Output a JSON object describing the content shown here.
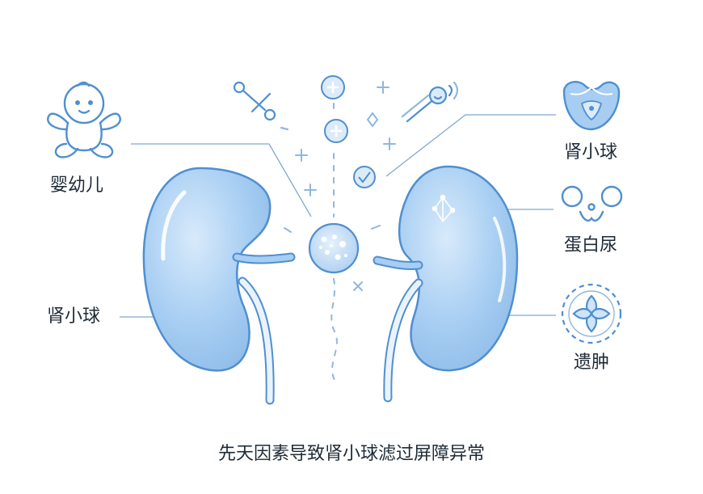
{
  "labels": {
    "infant": "婴幼儿",
    "glomerulus_left": "肾小球",
    "glomerulus_right": "肾小球",
    "proteinuria": "蛋白尿",
    "edema": "遗肿"
  },
  "caption": "先天因素导致肾小球滤过屏障异常",
  "colors": {
    "stroke": "#4f8fd0",
    "kidney_fill": "#a7cdf2",
    "kidney_light": "#cfe4f8",
    "line": "#7ea9d1",
    "text": "#1e2a36"
  },
  "icons": [
    "baby-icon",
    "kidney-icon",
    "glomerulus-icon",
    "proteinuria-icon",
    "edema-icon",
    "molecule-icon",
    "protein-key-icon",
    "particle-cluster-icon"
  ]
}
